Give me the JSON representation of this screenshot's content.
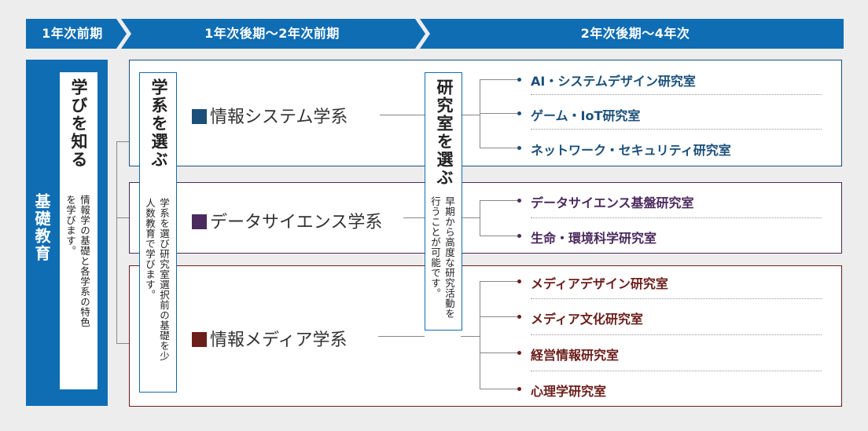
{
  "header": {
    "stage1": "1年次前期",
    "stage2": "1年次後期〜2年次前期",
    "stage3": "2年次後期〜4年次",
    "color": "#0f6db4"
  },
  "foundation": {
    "title": "基礎教育",
    "manabi_title": "学びを知る",
    "manabi_desc": "情報学の基礎と各学系の特色を学びます。"
  },
  "gakkei_select": {
    "title": "学系を選ぶ",
    "desc": "学系を選び研究室選択前の基礎を少人数教育で学びます。"
  },
  "lab_select": {
    "title": "研究室を選ぶ",
    "desc": "早期から高度な研究活動を行うことが可能です。"
  },
  "departments": [
    {
      "name": "情報システム学系",
      "color": "#1b4f7a",
      "labs": [
        "AI・システムデザイン研究室",
        "ゲーム・IoT研究室",
        "ネットワーク・セキュリティ研究室"
      ]
    },
    {
      "name": "データサイエンス学系",
      "color": "#4b2a5e",
      "labs": [
        "データサイエンス基盤研究室",
        "生命・環境科学研究室"
      ]
    },
    {
      "name": "情報メディア学系",
      "color": "#6b1e1a",
      "labs": [
        "メディアデザイン研究室",
        "メディア文化研究室",
        "経営情報研究室",
        "心理学研究室"
      ]
    }
  ]
}
